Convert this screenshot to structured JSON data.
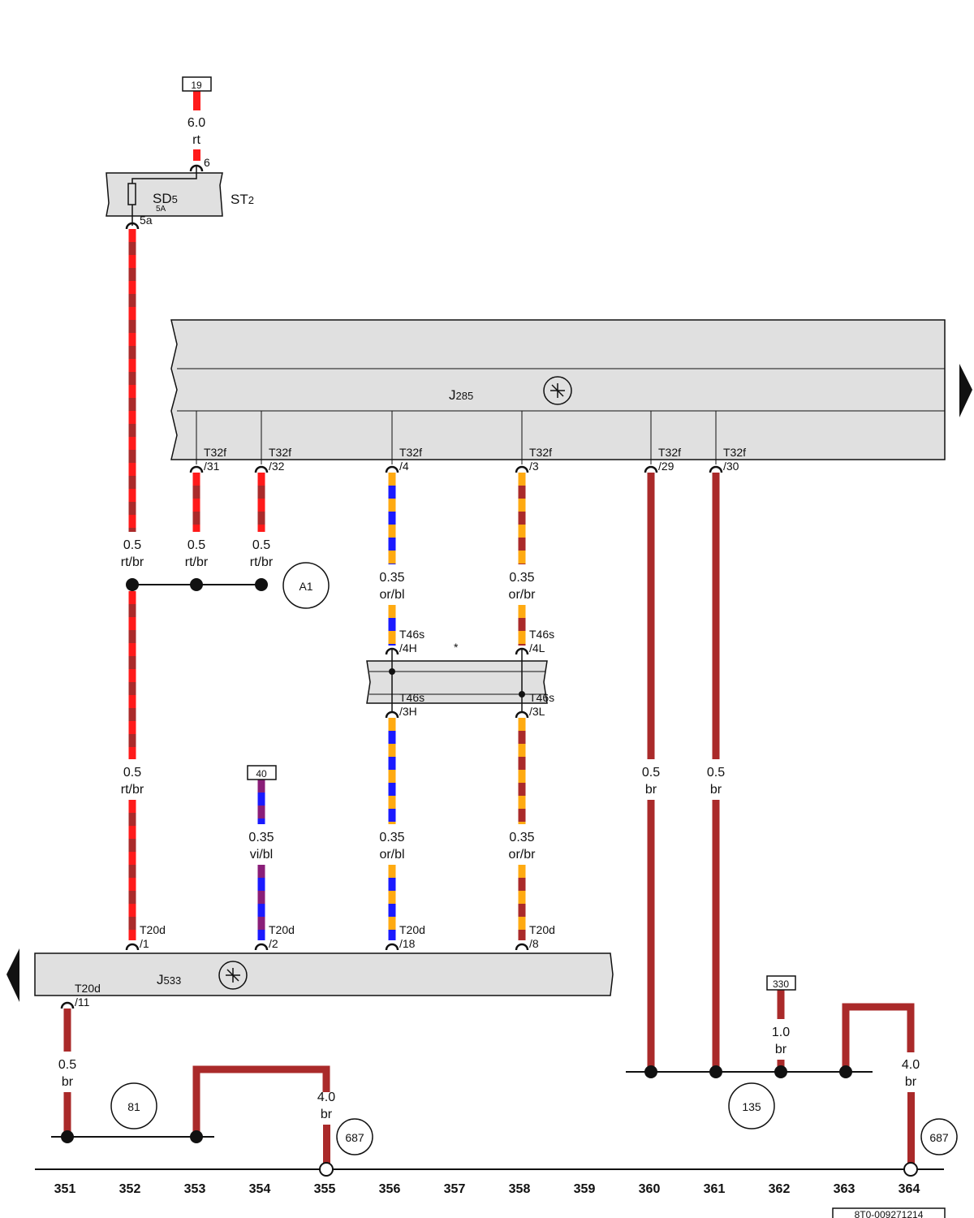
{
  "colors": {
    "rt": "#ff1a1a",
    "br": "#aa2a2a",
    "bl": "#1a1aff",
    "or": "#ffaa11",
    "vi": "#8a1e78",
    "component_fill": "#e0e0e0",
    "line": "#111111"
  },
  "components": {
    "st2": {
      "main": "ST",
      "sub": "2"
    },
    "sd5": {
      "main": "SD",
      "sub": "5",
      "rating": "5A"
    },
    "j285": {
      "main": "J",
      "sub": "285",
      "icon": "control-unit-icon"
    },
    "j533": {
      "main": "J",
      "sub": "533",
      "icon": "control-unit-icon"
    },
    "connector_note": "*"
  },
  "refs": {
    "ref19": "19",
    "ref40": "40",
    "ref330": "330"
  },
  "circles": {
    "a1": "A1",
    "c81": "81",
    "c135": "135",
    "c687a": "687",
    "c687b": "687"
  },
  "wires": {
    "w_top": {
      "size": "6.0",
      "color": "rt"
    },
    "w_st2_down": {
      "size": "0.5",
      "color": "rt/br"
    },
    "w_31": {
      "size": "0.5",
      "color": "rt/br"
    },
    "w_32": {
      "size": "0.5",
      "color": "rt/br"
    },
    "w_4": {
      "size": "0.35",
      "color": "or/bl"
    },
    "w_3": {
      "size": "0.35",
      "color": "or/br"
    },
    "w_lower_rtbr": {
      "size": "0.5",
      "color": "rt/br"
    },
    "w_40": {
      "size": "0.35",
      "color": "vi/bl"
    },
    "w_3H": {
      "size": "0.35",
      "color": "or/bl"
    },
    "w_3L": {
      "size": "0.35",
      "color": "or/br"
    },
    "w_29": {
      "size": "0.5",
      "color": "br"
    },
    "w_30": {
      "size": "0.5",
      "color": "br"
    },
    "w_330": {
      "size": "1.0",
      "color": "br"
    },
    "w_11": {
      "size": "0.5",
      "color": "br"
    },
    "w_355": {
      "size": "4.0",
      "color": "br"
    },
    "w_364": {
      "size": "4.0",
      "color": "br"
    }
  },
  "pins": {
    "p6": [
      "6"
    ],
    "p5a": [
      "5a"
    ],
    "t32f31": [
      "T32f",
      "/31"
    ],
    "t32f32": [
      "T32f",
      "/32"
    ],
    "t32f4": [
      "T32f",
      "/4"
    ],
    "t32f3": [
      "T32f",
      "/3"
    ],
    "t32f29": [
      "T32f",
      "/29"
    ],
    "t32f30": [
      "T32f",
      "/30"
    ],
    "t46s4H": [
      "T46s",
      "/4H"
    ],
    "t46s4L": [
      "T46s",
      "/4L"
    ],
    "t46s3H": [
      "T46s",
      "/3H"
    ],
    "t46s3L": [
      "T46s",
      "/3L"
    ],
    "t20d1": [
      "T20d",
      "/1"
    ],
    "t20d2": [
      "T20d",
      "/2"
    ],
    "t20d18": [
      "T20d",
      "/18"
    ],
    "t20d8": [
      "T20d",
      "/8"
    ],
    "t20d11": [
      "T20d",
      "/11"
    ]
  },
  "columns": [
    "351",
    "352",
    "353",
    "354",
    "355",
    "356",
    "357",
    "358",
    "359",
    "360",
    "361",
    "362",
    "363",
    "364"
  ],
  "diagram_id": "8T0-009271214"
}
